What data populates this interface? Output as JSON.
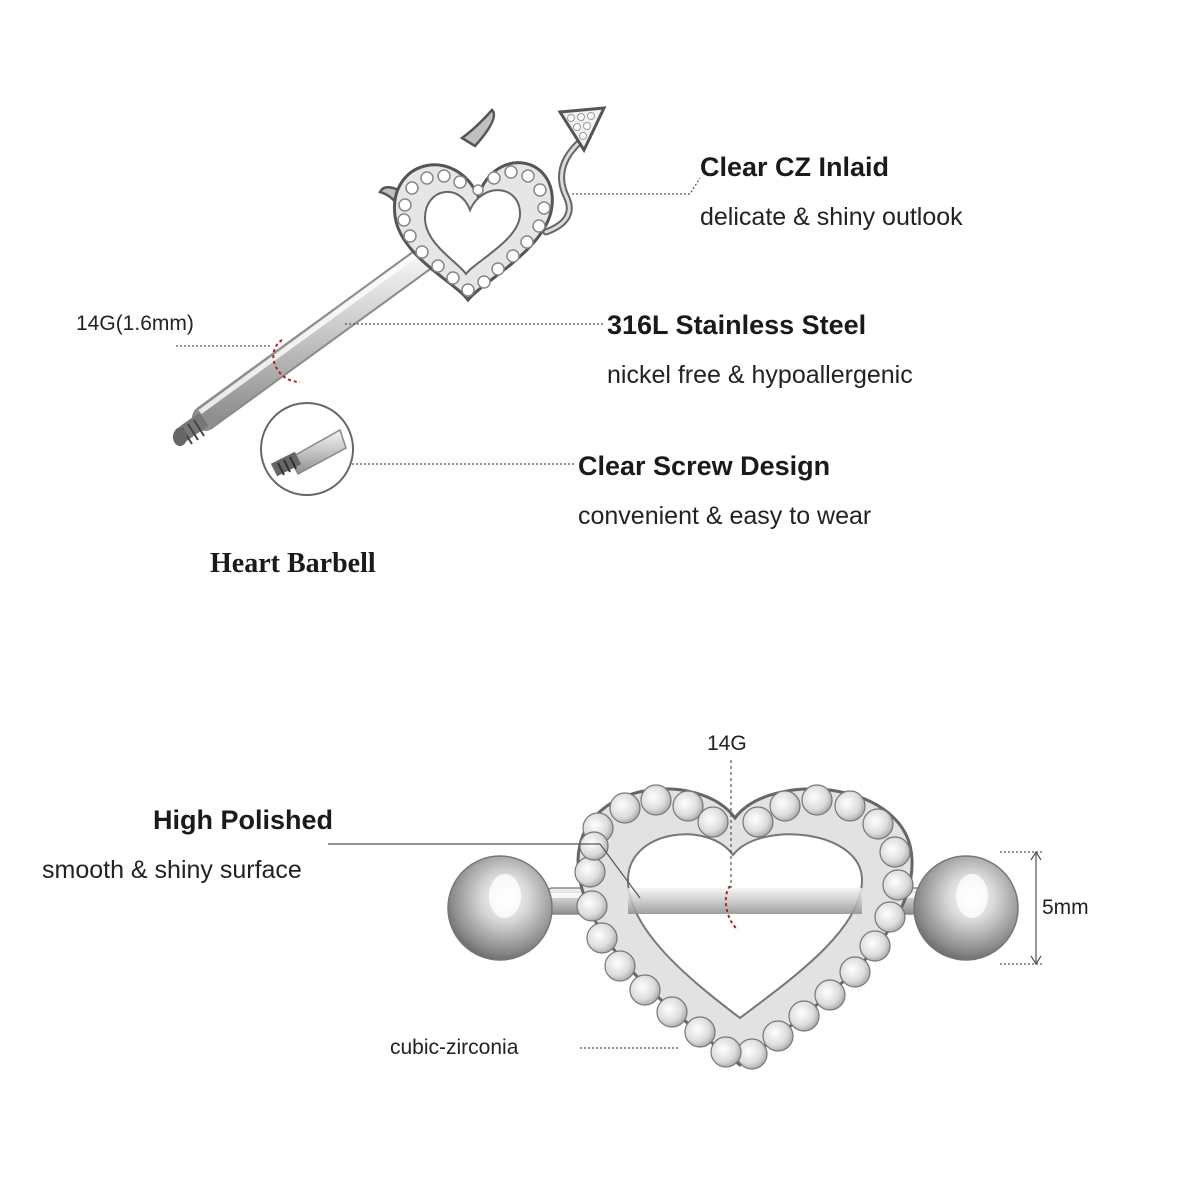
{
  "top_section": {
    "product_name": "Heart Barbell",
    "gauge_label": "14G(1.6mm)",
    "features": [
      {
        "title": "Clear CZ Inlaid",
        "subtitle": "delicate & shiny outlook"
      },
      {
        "title": "316L Stainless Steel",
        "subtitle": "nickel free & hypoallergenic"
      },
      {
        "title": "Clear Screw Design",
        "subtitle": "convenient & easy to wear"
      }
    ]
  },
  "bottom_section": {
    "polish_title": "High Polished",
    "polish_subtitle": "smooth & shiny surface",
    "gauge_label": "14G",
    "ball_size_label": "5mm",
    "stone_label": "cubic-zirconia"
  },
  "colors": {
    "callout_line": "#555555",
    "gauge_marker": "#b02020",
    "steel": "#b8b8b8"
  }
}
